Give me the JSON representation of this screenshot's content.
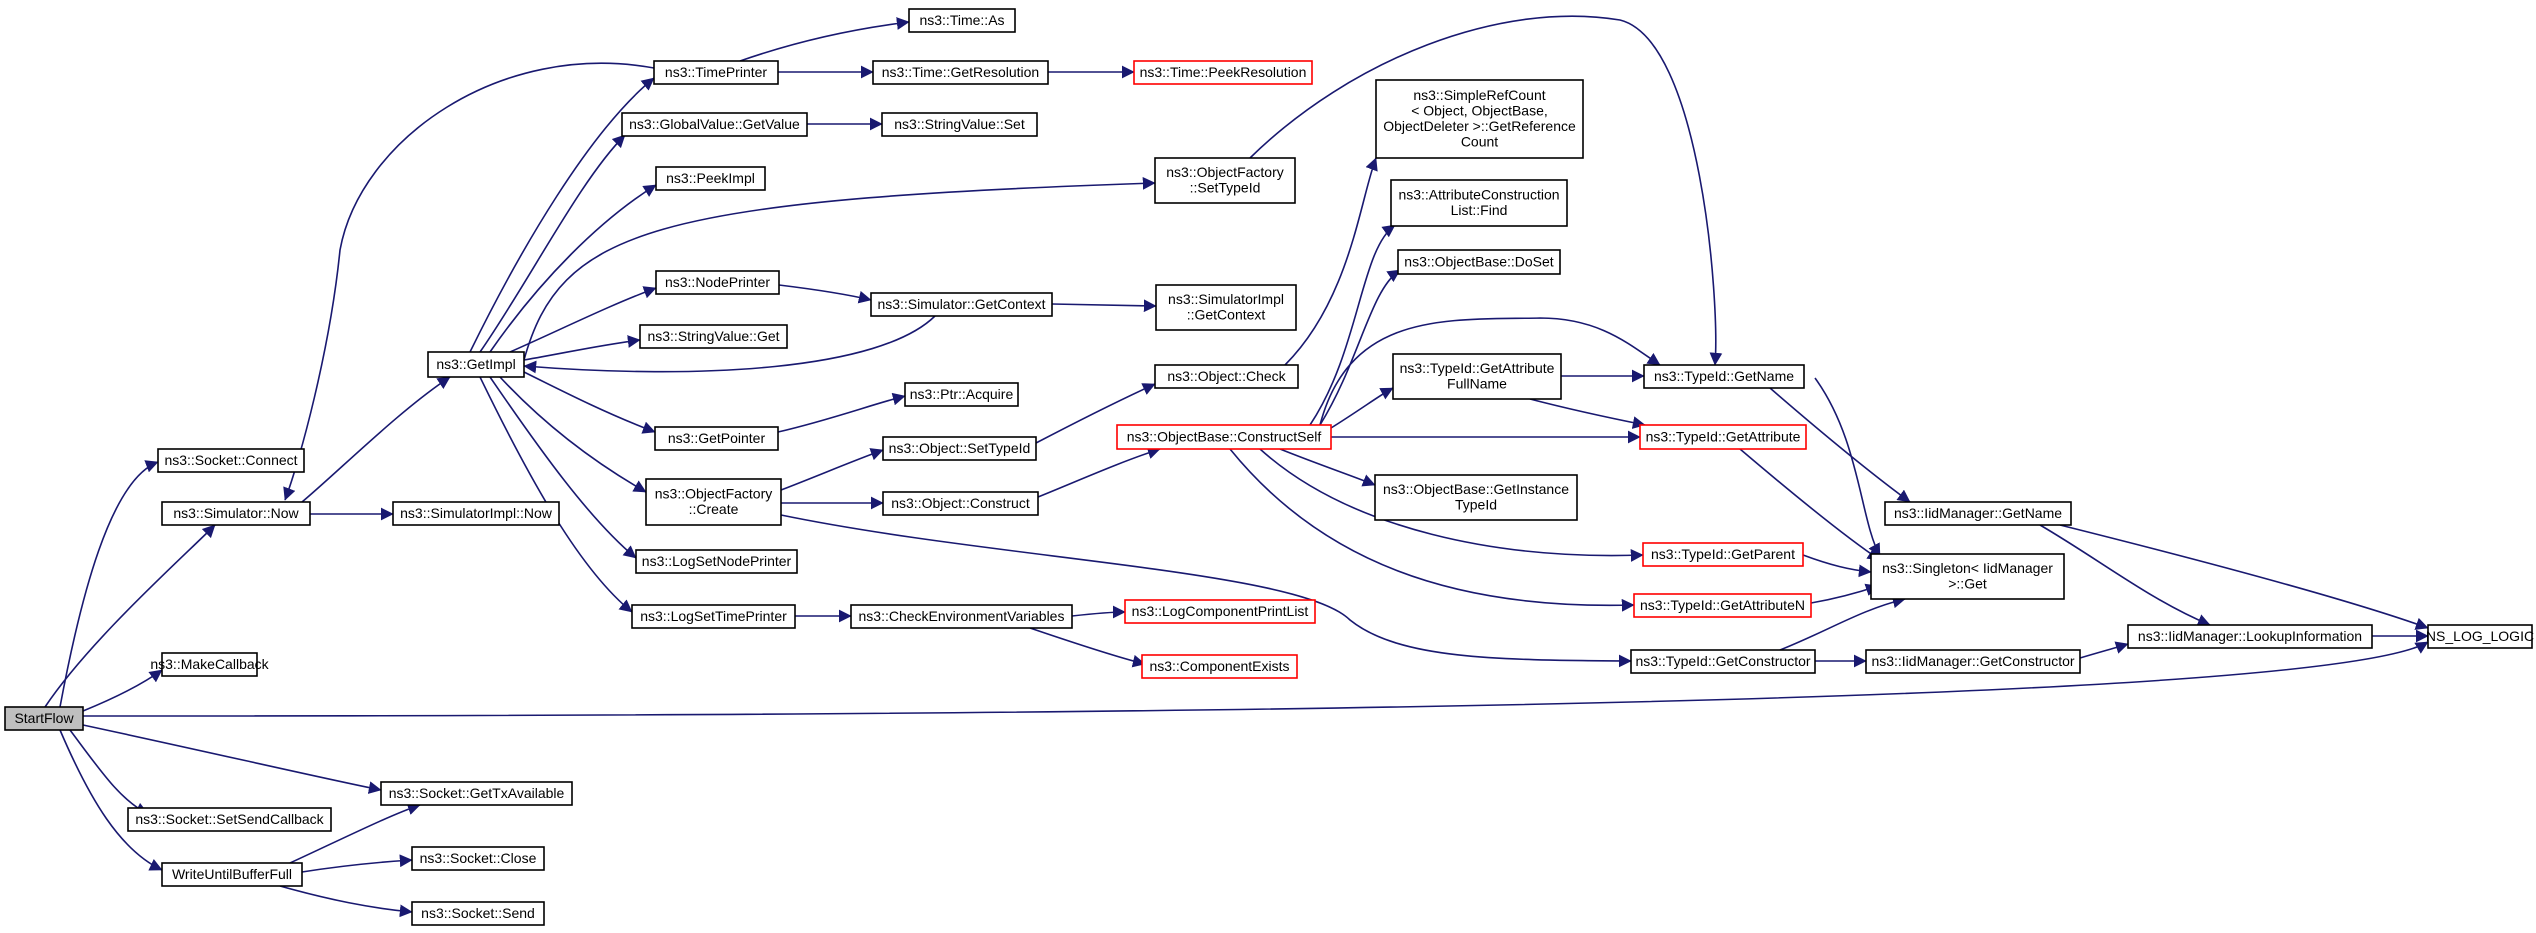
{
  "diagram": {
    "nodes": [
      {
        "id": "start",
        "lines": [
          "StartFlow"
        ]
      },
      {
        "id": "sockConnect",
        "lines": [
          "ns3::Socket::Connect"
        ]
      },
      {
        "id": "simNow",
        "lines": [
          "ns3::Simulator::Now"
        ]
      },
      {
        "id": "makeCb",
        "lines": [
          "ns3::MakeCallback"
        ]
      },
      {
        "id": "sockSetSend",
        "lines": [
          "ns3::Socket::SetSendCallback"
        ]
      },
      {
        "id": "writeUntil",
        "lines": [
          "WriteUntilBufferFull"
        ]
      },
      {
        "id": "getImpl",
        "lines": [
          "ns3::GetImpl"
        ]
      },
      {
        "id": "simImplNow",
        "lines": [
          "ns3::SimulatorImpl::Now"
        ]
      },
      {
        "id": "sockGetTx",
        "lines": [
          "ns3::Socket::GetTxAvailable"
        ]
      },
      {
        "id": "sockClose",
        "lines": [
          "ns3::Socket::Close"
        ]
      },
      {
        "id": "sockSend",
        "lines": [
          "ns3::Socket::Send"
        ]
      },
      {
        "id": "timePrinter",
        "lines": [
          "ns3::TimePrinter"
        ]
      },
      {
        "id": "gvGetValue",
        "lines": [
          "ns3::GlobalValue::GetValue"
        ]
      },
      {
        "id": "peekImpl",
        "lines": [
          "ns3::PeekImpl"
        ]
      },
      {
        "id": "nodePrinter",
        "lines": [
          "ns3::NodePrinter"
        ]
      },
      {
        "id": "strValGet",
        "lines": [
          "ns3::StringValue::Get"
        ]
      },
      {
        "id": "getPointer",
        "lines": [
          "ns3::GetPointer"
        ]
      },
      {
        "id": "objFactCreate",
        "lines": [
          "ns3::ObjectFactory",
          "::Create"
        ]
      },
      {
        "id": "logSetNode",
        "lines": [
          "ns3::LogSetNodePrinter"
        ]
      },
      {
        "id": "logSetTime",
        "lines": [
          "ns3::LogSetTimePrinter"
        ]
      },
      {
        "id": "timeAs",
        "lines": [
          "ns3::Time::As"
        ]
      },
      {
        "id": "timeGetRes",
        "lines": [
          "ns3::Time::GetResolution"
        ]
      },
      {
        "id": "strValSet",
        "lines": [
          "ns3::StringValue::Set"
        ]
      },
      {
        "id": "simGetCtx",
        "lines": [
          "ns3::Simulator::GetContext"
        ]
      },
      {
        "id": "ptrAcquire",
        "lines": [
          "ns3::Ptr::Acquire"
        ]
      },
      {
        "id": "objSetTid",
        "lines": [
          "ns3::Object::SetTypeId"
        ]
      },
      {
        "id": "objConstruct",
        "lines": [
          "ns3::Object::Construct"
        ]
      },
      {
        "id": "checkEnv",
        "lines": [
          "ns3::CheckEnvironmentVariables"
        ]
      },
      {
        "id": "timePeekRes",
        "lines": [
          "ns3::Time::PeekResolution"
        ],
        "red": true
      },
      {
        "id": "objFactSetTid",
        "lines": [
          "ns3::ObjectFactory",
          "::SetTypeId"
        ]
      },
      {
        "id": "simImplGetCtx",
        "lines": [
          "ns3::SimulatorImpl",
          "::GetContext"
        ]
      },
      {
        "id": "objCheck",
        "lines": [
          "ns3::Object::Check"
        ]
      },
      {
        "id": "objBaseConstructSelf",
        "lines": [
          "ns3::ObjectBase::ConstructSelf"
        ],
        "red": true
      },
      {
        "id": "logCompPrint",
        "lines": [
          "ns3::LogComponentPrintList"
        ],
        "red": true
      },
      {
        "id": "compExists",
        "lines": [
          "ns3::ComponentExists"
        ],
        "red": true
      },
      {
        "id": "simpleRefCount",
        "lines": [
          "ns3::SimpleRefCount",
          "< Object, ObjectBase,",
          "ObjectDeleter >::GetReference",
          "Count"
        ]
      },
      {
        "id": "attrConstrFind",
        "lines": [
          "ns3::AttributeConstruction",
          "List::Find"
        ]
      },
      {
        "id": "objBaseDoSet",
        "lines": [
          "ns3::ObjectBase::DoSet"
        ]
      },
      {
        "id": "tidGetAttrFull",
        "lines": [
          "ns3::TypeId::GetAttribute",
          "FullName"
        ]
      },
      {
        "id": "objBaseGetInst",
        "lines": [
          "ns3::ObjectBase::GetInstance",
          "TypeId"
        ]
      },
      {
        "id": "tidGetName",
        "lines": [
          "ns3::TypeId::GetName"
        ]
      },
      {
        "id": "tidGetAttr",
        "lines": [
          "ns3::TypeId::GetAttribute"
        ],
        "red": true
      },
      {
        "id": "tidGetParent",
        "lines": [
          "ns3::TypeId::GetParent"
        ],
        "red": true
      },
      {
        "id": "tidGetAttrN",
        "lines": [
          "ns3::TypeId::GetAttributeN"
        ],
        "red": true
      },
      {
        "id": "tidGetCtor",
        "lines": [
          "ns3::TypeId::GetConstructor"
        ]
      },
      {
        "id": "iidGetName",
        "lines": [
          "ns3::IidManager::GetName"
        ]
      },
      {
        "id": "singletonGet",
        "lines": [
          "ns3::Singleton< IidManager",
          ">::Get"
        ]
      },
      {
        "id": "iidGetCtor",
        "lines": [
          "ns3::IidManager::GetConstructor"
        ]
      },
      {
        "id": "iidLookup",
        "lines": [
          "ns3::IidManager::LookupInformation"
        ]
      },
      {
        "id": "nsLogLogic",
        "lines": [
          "NS_LOG_LOGIC"
        ]
      }
    ],
    "edges": [
      [
        "start",
        "sockConnect"
      ],
      [
        "start",
        "simNow"
      ],
      [
        "start",
        "makeCb"
      ],
      [
        "start",
        "sockSetSend"
      ],
      [
        "start",
        "writeUntil"
      ],
      [
        "start",
        "sockGetTx"
      ],
      [
        "start",
        "nsLogLogic"
      ],
      [
        "simNow",
        "getImpl"
      ],
      [
        "simNow",
        "simImplNow"
      ],
      [
        "getImpl",
        "timePrinter"
      ],
      [
        "getImpl",
        "gvGetValue"
      ],
      [
        "getImpl",
        "peekImpl"
      ],
      [
        "getImpl",
        "nodePrinter"
      ],
      [
        "getImpl",
        "strValGet"
      ],
      [
        "getImpl",
        "getPointer"
      ],
      [
        "getImpl",
        "objFactCreate"
      ],
      [
        "getImpl",
        "logSetNode"
      ],
      [
        "getImpl",
        "logSetTime"
      ],
      [
        "getImpl",
        "objFactSetTid"
      ],
      [
        "timePrinter",
        "simNow"
      ],
      [
        "timePrinter",
        "timeAs"
      ],
      [
        "timePrinter",
        "timeGetRes"
      ],
      [
        "timeGetRes",
        "timePeekRes"
      ],
      [
        "gvGetValue",
        "strValSet"
      ],
      [
        "nodePrinter",
        "simGetCtx"
      ],
      [
        "simGetCtx",
        "getImpl"
      ],
      [
        "simGetCtx",
        "simImplGetCtx"
      ],
      [
        "getPointer",
        "ptrAcquire"
      ],
      [
        "objFactCreate",
        "objSetTid"
      ],
      [
        "objFactCreate",
        "objConstruct"
      ],
      [
        "objFactCreate",
        "tidGetCtor"
      ],
      [
        "objSetTid",
        "objCheck"
      ],
      [
        "objConstruct",
        "objBaseConstructSelf"
      ],
      [
        "logSetTime",
        "checkEnv"
      ],
      [
        "checkEnv",
        "logCompPrint"
      ],
      [
        "checkEnv",
        "compExists"
      ],
      [
        "objFactSetTid",
        "tidGetName"
      ],
      [
        "objCheck",
        "simpleRefCount"
      ],
      [
        "objBaseConstructSelf",
        "attrConstrFind"
      ],
      [
        "objBaseConstructSelf",
        "objBaseDoSet"
      ],
      [
        "objBaseConstructSelf",
        "tidGetAttrFull"
      ],
      [
        "objBaseConstructSelf",
        "tidGetName"
      ],
      [
        "objBaseConstructSelf",
        "tidGetAttr"
      ],
      [
        "objBaseConstructSelf",
        "objBaseGetInst"
      ],
      [
        "objBaseConstructSelf",
        "tidGetParent"
      ],
      [
        "objBaseConstructSelf",
        "tidGetAttrN"
      ],
      [
        "tidGetAttrFull",
        "tidGetName"
      ],
      [
        "tidGetAttrFull",
        "tidGetAttr"
      ],
      [
        "tidGetName",
        "iidGetName"
      ],
      [
        "tidGetName",
        "singletonGet"
      ],
      [
        "tidGetAttr",
        "singletonGet"
      ],
      [
        "tidGetParent",
        "singletonGet"
      ],
      [
        "tidGetAttrN",
        "singletonGet"
      ],
      [
        "tidGetCtor",
        "singletonGet"
      ],
      [
        "tidGetCtor",
        "iidGetCtor"
      ],
      [
        "iidGetName",
        "iidLookup"
      ],
      [
        "iidGetName",
        "nsLogLogic"
      ],
      [
        "iidGetCtor",
        "iidLookup"
      ],
      [
        "iidLookup",
        "nsLogLogic"
      ],
      [
        "writeUntil",
        "sockGetTx"
      ],
      [
        "writeUntil",
        "sockClose"
      ],
      [
        "writeUntil",
        "sockSend"
      ]
    ],
    "colors": {
      "edge": "#191970",
      "box_border": "#000000",
      "box_border_external": "#ff0000",
      "root_fill": "#bfbfbf"
    }
  }
}
